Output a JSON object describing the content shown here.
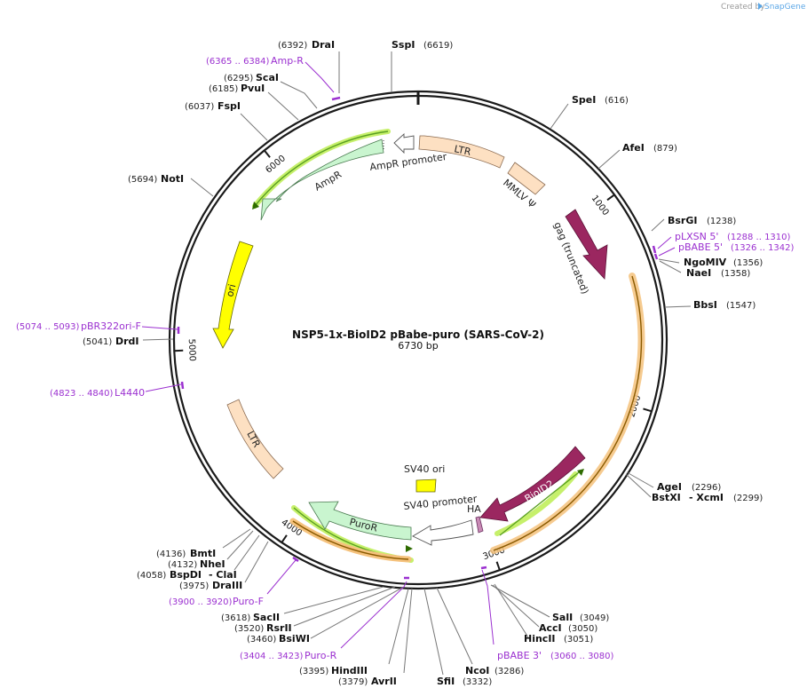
{
  "watermark": {
    "prefix": "Created by",
    "brand": "SnapGene",
    "brand_color": "#5aa6e6"
  },
  "plasmid": {
    "name": "NSP5-1x-BioID2 pBabe-puro (SARS-CoV-2)",
    "length": "6730 bp",
    "length_bp": 6730
  },
  "ticks": [
    {
      "bp": 1000,
      "label": "1000"
    },
    {
      "bp": 2000,
      "label": "2000"
    },
    {
      "bp": 3000,
      "label": "3000"
    },
    {
      "bp": 4000,
      "label": "4000"
    },
    {
      "bp": 5000,
      "label": "5000"
    },
    {
      "bp": 6000,
      "label": "6000"
    }
  ],
  "sites": [
    {
      "name": "DraI",
      "pos": "(6392)"
    },
    {
      "name": "SspI",
      "pos": "(6619)"
    },
    {
      "name": "ScaI",
      "pos": "(6295)"
    },
    {
      "name": "PvuI",
      "pos": "(6185)"
    },
    {
      "name": "FspI",
      "pos": "(6037)"
    },
    {
      "name": "NotI",
      "pos": "(5694)"
    },
    {
      "name": "SpeI",
      "pos": "(616)"
    },
    {
      "name": "AfeI",
      "pos": "(879)"
    },
    {
      "name": "BsrGI",
      "pos": "(1238)"
    },
    {
      "name": "NgoMIV",
      "pos": "(1356)"
    },
    {
      "name": "NaeI",
      "pos": "(1358)"
    },
    {
      "name": "BbsI",
      "pos": "(1547)"
    },
    {
      "name": "AgeI",
      "pos": "(2296)"
    },
    {
      "name": "BstXI",
      "pos": "(2299)",
      "suffix": "- XcmI"
    },
    {
      "name": "DrdI",
      "pos": "(5041)"
    },
    {
      "name": "BmtI",
      "pos": "(4136)"
    },
    {
      "name": "NheI",
      "pos": "(4132)"
    },
    {
      "name": "BspDI",
      "pos": "(4058)",
      "suffix": "- ClaI"
    },
    {
      "name": "DraIII",
      "pos": "(3975)"
    },
    {
      "name": "SacII",
      "pos": "(3618)"
    },
    {
      "name": "RsrII",
      "pos": "(3520)"
    },
    {
      "name": "BsiWI",
      "pos": "(3460)"
    },
    {
      "name": "HindIII",
      "pos": "(3395)"
    },
    {
      "name": "AvrII",
      "pos": "(3379)"
    },
    {
      "name": "SfiI",
      "pos": "(3332)"
    },
    {
      "name": "NcoI",
      "pos": "(3286)"
    },
    {
      "name": "SalI",
      "pos": "(3049)"
    },
    {
      "name": "AccI",
      "pos": "(3050)"
    },
    {
      "name": "HincII",
      "pos": "(3051)"
    }
  ],
  "primers": [
    {
      "name": "Amp-R",
      "pos": "(6365 .. 6384)"
    },
    {
      "name": "pLXSN 5'",
      "pos": "(1288 .. 1310)"
    },
    {
      "name": "pBABE 5'",
      "pos": "(1326 .. 1342)"
    },
    {
      "name": "pBR322ori-F",
      "pos": "(5074 .. 5093)"
    },
    {
      "name": "L4440",
      "pos": "(4823 .. 4840)"
    },
    {
      "name": "Puro-F",
      "pos": "(3900 .. 3920)"
    },
    {
      "name": "Puro-R",
      "pos": "(3404 .. 3423)"
    },
    {
      "name": "pBABE 3'",
      "pos": "(3060 .. 3080)"
    }
  ],
  "features": [
    {
      "name": "LTR",
      "type": "LTR",
      "color": "#fde0c2",
      "start": 50,
      "end": 600
    },
    {
      "name": "MMLV Ψ",
      "type": "misc",
      "color": "#fde0c2",
      "start": 680,
      "end": 830
    },
    {
      "name": "gag (truncated)",
      "type": "CDS",
      "color": "#9b2760",
      "start": 1060,
      "end": 1420
    },
    {
      "name": "BioID2",
      "type": "CDS",
      "color": "#9b2760",
      "start": 2340,
      "end": 2900
    },
    {
      "name": "HA",
      "type": "tag",
      "color": "#c98ab5",
      "start": 2930,
      "end": 2960
    },
    {
      "name": "SV40 promoter",
      "type": "promoter",
      "color": "#ffffff",
      "start": 3000,
      "end": 3330
    },
    {
      "name": "PuroR",
      "type": "CDS",
      "color": "#c9f5cf",
      "start": 3340,
      "end": 3940
    },
    {
      "name": "SV40 ori",
      "type": "rep_origin",
      "color": "#ffff00",
      "start": 3150,
      "end": 3220
    },
    {
      "name": "LTR",
      "type": "LTR",
      "color": "#fde0c2",
      "start": 4400,
      "end": 4980
    },
    {
      "name": "ori",
      "type": "rep_origin",
      "color": "#ffff00",
      "start": 5180,
      "end": 5770
    },
    {
      "name": "AmpR",
      "type": "CDS",
      "color": "#c9f5cf",
      "start": 5860,
      "end": 6520
    },
    {
      "name": "AmpR promoter",
      "type": "promoter",
      "color": "#ffffff",
      "start": 6520,
      "end": 6640
    }
  ],
  "colors": {
    "backbone": "#1a1a1a",
    "primer": "#9b30d0",
    "orf_highlight": "#f5c27d",
    "orf_line": "#8a5a00",
    "green_line": "#5aa022",
    "green_highlight": "#c6f06b"
  }
}
